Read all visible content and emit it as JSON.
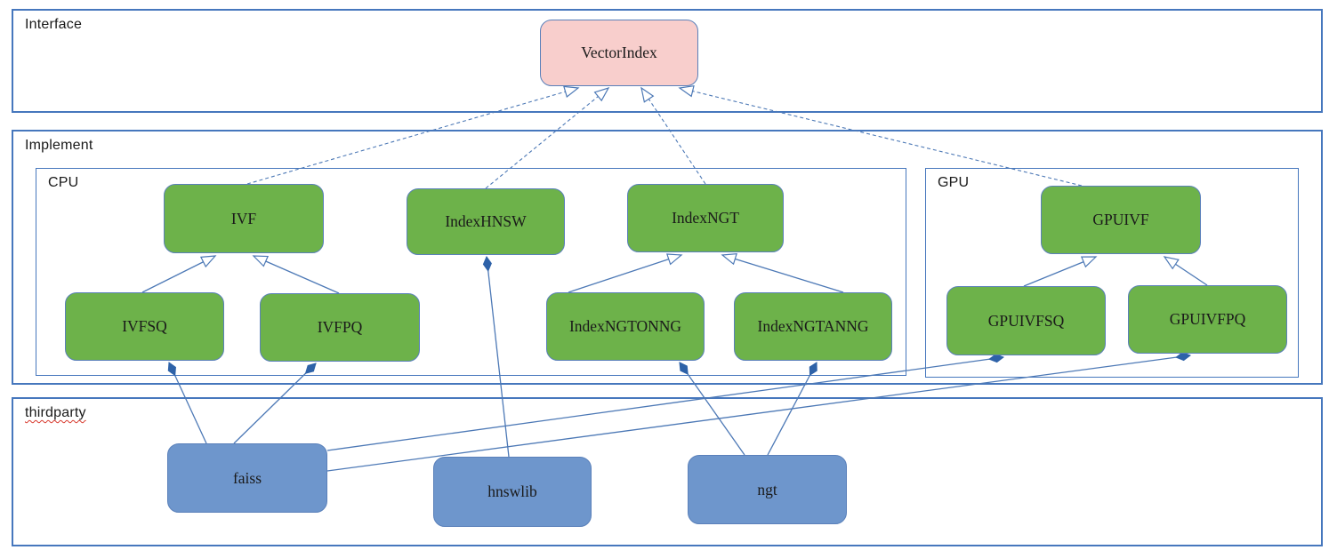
{
  "colors": {
    "line": "#4d79b6",
    "container-border": "#4677bd",
    "node-border": "#5a80ba",
    "green-fill": "#6db24a",
    "pink-fill": "#f8cecc",
    "blue-fill": "#6e96cc",
    "diamond": "#2e62a8",
    "text": "#1a1a1a",
    "spellcheck": "#d83a2e"
  },
  "containers": {
    "interface": {
      "label": "Interface"
    },
    "implement": {
      "label": "Implement"
    },
    "cpu": {
      "label": "CPU"
    },
    "gpu": {
      "label": "GPU"
    },
    "thirdparty": {
      "label": "thirdparty"
    }
  },
  "nodes": {
    "vectorindex": {
      "label": "VectorIndex",
      "kind": "interface"
    },
    "ivf": {
      "label": "IVF",
      "kind": "cpu-implementation"
    },
    "indexhnsw": {
      "label": "IndexHNSW",
      "kind": "cpu-implementation"
    },
    "indexngt": {
      "label": "IndexNGT",
      "kind": "cpu-implementation"
    },
    "ivfsq": {
      "label": "IVFSQ",
      "kind": "cpu-implementation"
    },
    "ivfpq": {
      "label": "IVFPQ",
      "kind": "cpu-implementation"
    },
    "indexngtonng": {
      "label": "IndexNGTONNG",
      "kind": "cpu-implementation"
    },
    "indexngtanng": {
      "label": "IndexNGTANNG",
      "kind": "cpu-implementation"
    },
    "gpuivf": {
      "label": "GPUIVF",
      "kind": "gpu-implementation"
    },
    "gpuivfsq": {
      "label": "GPUIVFSQ",
      "kind": "gpu-implementation"
    },
    "gpuivfpq": {
      "label": "GPUIVFPQ",
      "kind": "gpu-implementation"
    },
    "faiss": {
      "label": "faiss",
      "kind": "thirdparty-library"
    },
    "hnswlib": {
      "label": "hnswlib",
      "kind": "thirdparty-library"
    },
    "ngt": {
      "label": "ngt",
      "kind": "thirdparty-library"
    }
  },
  "edges": [
    {
      "from": "ivf",
      "to": "vectorindex",
      "type": "realization"
    },
    {
      "from": "indexhnsw",
      "to": "vectorindex",
      "type": "realization"
    },
    {
      "from": "indexngt",
      "to": "vectorindex",
      "type": "realization"
    },
    {
      "from": "gpuivf",
      "to": "vectorindex",
      "type": "realization"
    },
    {
      "from": "ivfsq",
      "to": "ivf",
      "type": "inheritance"
    },
    {
      "from": "ivfpq",
      "to": "ivf",
      "type": "inheritance"
    },
    {
      "from": "indexngtonng",
      "to": "indexngt",
      "type": "inheritance"
    },
    {
      "from": "indexngtanng",
      "to": "indexngt",
      "type": "inheritance"
    },
    {
      "from": "gpuivfsq",
      "to": "gpuivf",
      "type": "inheritance"
    },
    {
      "from": "gpuivfpq",
      "to": "gpuivf",
      "type": "inheritance"
    },
    {
      "from": "faiss",
      "to": "ivfsq",
      "type": "composition"
    },
    {
      "from": "faiss",
      "to": "ivfpq",
      "type": "composition"
    },
    {
      "from": "faiss",
      "to": "gpuivfsq",
      "type": "composition"
    },
    {
      "from": "faiss",
      "to": "gpuivfpq",
      "type": "composition"
    },
    {
      "from": "hnswlib",
      "to": "indexhnsw",
      "type": "composition"
    },
    {
      "from": "ngt",
      "to": "indexngtonng",
      "type": "composition"
    },
    {
      "from": "ngt",
      "to": "indexngtanng",
      "type": "composition"
    }
  ]
}
